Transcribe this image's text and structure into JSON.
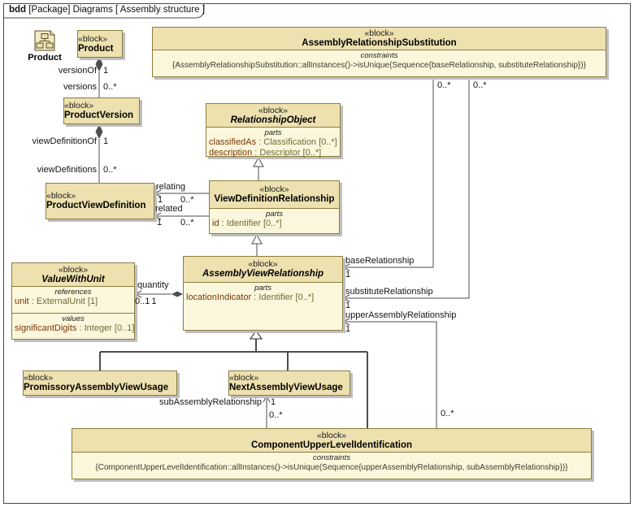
{
  "frame": {
    "keyword": "bdd",
    "title": " [Package] Diagrams [ Assembly structure ]"
  },
  "icon": {
    "label": "Product"
  },
  "colors": {
    "block_header": "#EDE1B0",
    "block_body": "#FBF7DC",
    "block_border": "#8B7D3F",
    "property_name": "#7A3506",
    "property_type": "#6F6A38",
    "edge_line": "#4D4D4D"
  },
  "blocks": {
    "product": {
      "stereotype": "«block»",
      "name": "Product"
    },
    "assemblyRelationshipSubstitution": {
      "stereotype": "«block»",
      "name": "AssemblyRelationshipSubstitution",
      "constraints_label": "constraints",
      "constraint": "{AssemblyRelationshipSubstitution::allInstances()->isUnique(Sequence{baseRelationship, substituteRelationship})}"
    },
    "productVersion": {
      "stereotype": "«block»",
      "name": "ProductVersion"
    },
    "relationshipObject": {
      "stereotype": "«block»",
      "name": "RelationshipObject",
      "parts_label": "parts",
      "parts": [
        {
          "name": "classifiedAs",
          "type": " : Classification [0..*]"
        },
        {
          "name": "description",
          "type": " : Descriptor [0..*]"
        }
      ]
    },
    "productViewDefinition": {
      "stereotype": "«block»",
      "name": "ProductViewDefinition"
    },
    "viewDefinitionRelationship": {
      "stereotype": "«block»",
      "name": "ViewDefinitionRelationship",
      "parts_label": "parts",
      "parts": [
        {
          "name": "id",
          "type": " : Identifier [0..*]"
        }
      ]
    },
    "assemblyViewRelationship": {
      "stereotype": "«block»",
      "name": "AssemblyViewRelationship",
      "parts_label": "parts",
      "parts": [
        {
          "name": "locationIndicator",
          "type": " : Identifier [0..*]"
        }
      ]
    },
    "valueWithUnit": {
      "stereotype": "«block»",
      "name": "ValueWithUnit",
      "references_label": "references",
      "references": [
        {
          "name": "unit",
          "type": " : ExternalUnit [1]"
        }
      ],
      "values_label": "values",
      "values": [
        {
          "name": "significantDigits",
          "type": " : Integer [0..1]"
        }
      ]
    },
    "promissoryAssemblyViewUsage": {
      "stereotype": "«block»",
      "name": "PromissoryAssemblyViewUsage"
    },
    "nextAssemblyViewUsage": {
      "stereotype": "«block»",
      "name": "NextAssemblyViewUsage"
    },
    "componentUpperLevelIdentification": {
      "stereotype": "«block»",
      "name": "ComponentUpperLevelIdentification",
      "constraints_label": "constraints",
      "constraint": "{ComponentUpperLevelIdentification::allInstances()->isUnique(Sequence{upperAssemblyRelationship, subAssemblyRelationship})}"
    }
  },
  "edges": {
    "versionOf": {
      "role": "versionOf",
      "mult": "1"
    },
    "versions": {
      "role": "versions",
      "mult": "0..*"
    },
    "viewDefinitionOf": {
      "role": "viewDefinitionOf",
      "mult": "1"
    },
    "viewDefinitions": {
      "role": "viewDefinitions",
      "mult": "0..*"
    },
    "relating": {
      "role": "relating",
      "near": "1",
      "far": "0..*"
    },
    "related": {
      "role": "related",
      "near": "1",
      "far": "0..*"
    },
    "quantity": {
      "role": "quantity",
      "near": "0..1",
      "far": "1"
    },
    "baseRelationship": {
      "role": "baseRelationship",
      "near": "1",
      "far": "0..*"
    },
    "substituteRelationship": {
      "role": "substituteRelationship",
      "near": "1",
      "far": "0..*"
    },
    "upperAssemblyRelationship": {
      "role": "upperAssemblyRelationship",
      "near": "1",
      "far": "0..*"
    },
    "subAssemblyRelationship": {
      "role": "subAssemblyRelationship",
      "near": "1",
      "far": "0..*"
    }
  }
}
